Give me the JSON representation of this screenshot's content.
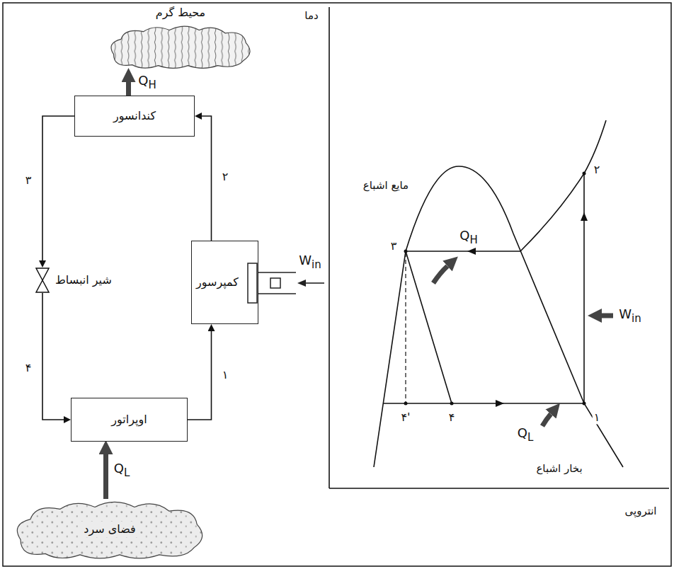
{
  "diagram": {
    "nodes": [
      {
        "text": [
          "محیط گرم"
        ]
      },
      {
        "text": [
          "کندانسور"
        ]
      },
      {
        "text": [
          "شیر انبساط"
        ]
      },
      {
        "text": [
          "کمپرسور"
        ]
      },
      {
        "text": [
          "اوپراتور"
        ]
      },
      {
        "text": [
          "فضای سرد"
        ]
      }
    ],
    "edges": [
      {
        "from": 1,
        "to": 2,
        "arrow": "to",
        "label": "۳"
      },
      {
        "from": 2,
        "to": 4,
        "arrow": "to",
        "label": "۴"
      },
      {
        "from": 4,
        "to": 3,
        "arrow": "to",
        "label": "۱"
      },
      {
        "from": 3,
        "to": 1,
        "arrow": "to",
        "label": "۲"
      },
      {
        "from": 1,
        "to": 0,
        "arrow": "to",
        "label": "QH"
      },
      {
        "from": 5,
        "to": 4,
        "arrow": "to",
        "label": "QL"
      }
    ],
    "labels": [
      "Win",
      "دما",
      "مایع اشباع",
      "۳",
      "QH",
      "۲",
      "Win",
      "۴'",
      "۴",
      "QL",
      "۱",
      "بخار اشباع",
      "انتروپی"
    ]
  }
}
